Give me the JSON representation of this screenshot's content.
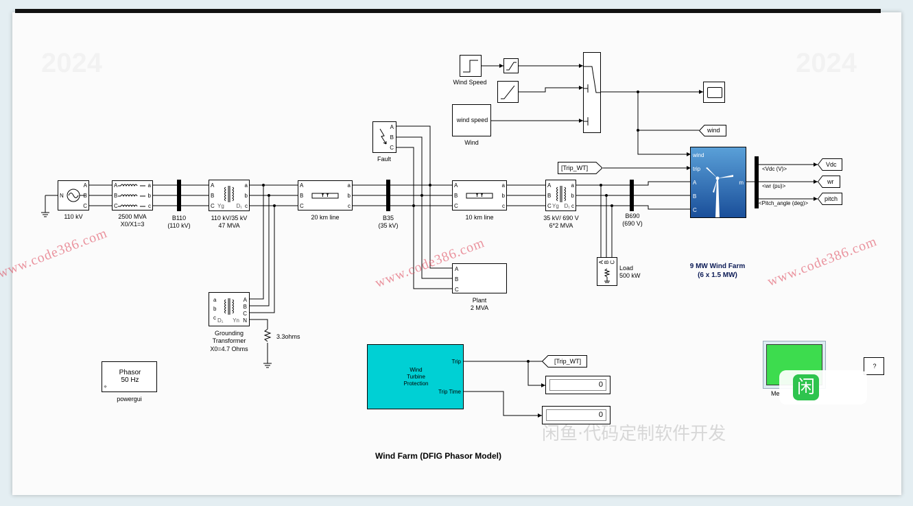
{
  "diagram": {
    "title": "Wind Farm (DFIG Phasor Model)",
    "blocks": {
      "source": {
        "label": "110 kV",
        "port_n": "N",
        "ports": [
          "A",
          "B",
          "C"
        ]
      },
      "grid_impedance": {
        "line1": "2500 MVA",
        "line2": "X0/X1=3",
        "ports_in": [
          "A",
          "B",
          "C"
        ],
        "ports_out": [
          "a",
          "b",
          "c"
        ]
      },
      "bus_b110": {
        "line1": "B110",
        "line2": "(110 kV)"
      },
      "transformer1": {
        "line1": "110 kV/35 kV",
        "line2": "47 MVA",
        "ports_in": [
          "A",
          "B",
          "C"
        ],
        "ports_out": [
          "a",
          "b",
          "c"
        ],
        "yg": "Yg",
        "d": "D₁"
      },
      "line20": {
        "label": "20 km line",
        "ports_in": [
          "A",
          "B",
          "C"
        ],
        "ports_out": [
          "a",
          "b",
          "c"
        ]
      },
      "bus_b35": {
        "line1": "B35",
        "line2": "(35 kV)"
      },
      "fault": {
        "label": "Fault",
        "ports": [
          "A",
          "B",
          "C"
        ]
      },
      "line10": {
        "label": "10 km line",
        "ports_in": [
          "A",
          "B",
          "C"
        ],
        "ports_out": [
          "a",
          "b",
          "c"
        ]
      },
      "transformer2": {
        "line1": "35 kV/ 690 V",
        "line2": "6*2 MVA",
        "ports_in": [
          "A",
          "B",
          "C"
        ],
        "ports_out": [
          "a",
          "b",
          "c"
        ],
        "yg": "Yg",
        "d": "D₁"
      },
      "bus_b690": {
        "line1": "B690",
        "line2": "(690 V)"
      },
      "load": {
        "line1": "Load",
        "line2": "500 kW",
        "ports": [
          "A",
          "B",
          "C"
        ]
      },
      "plant": {
        "line1": "Plant",
        "line2": "2 MVA",
        "ports": [
          "A",
          "B",
          "C"
        ]
      },
      "grounding_tf": {
        "line1": "Grounding",
        "line2": "Transformer",
        "line3": "X0=4.7 Ohms",
        "ports_in": [
          "a",
          "b",
          "c"
        ],
        "ports_out": [
          "A",
          "B",
          "C",
          "N"
        ],
        "d1": "D₁",
        "yn": "Yn"
      },
      "resistor": {
        "label": "3.3ohms"
      },
      "wind_farm": {
        "line1": "9 MW Wind Farm",
        "line2": "(6 x 1.5 MW)",
        "inputs": [
          "wind",
          "trip",
          "A",
          "B",
          "C"
        ],
        "output": "m"
      },
      "wind_speed_step": {
        "label": "Wind Speed"
      },
      "wind_speed_const": {
        "text": "wind speed",
        "label": "Wind"
      },
      "powergui": {
        "line1": "Phasor",
        "line2": "50 Hz",
        "label": "powergui"
      },
      "protection": {
        "line1": "Wind",
        "line2": "Turbine",
        "line3": "Protection",
        "out1": "Trip",
        "out2": "Trip Time"
      },
      "trip_goto": {
        "label": "[Trip_WT]"
      },
      "trip_from": {
        "label": "[Trip_WT]"
      },
      "display1": {
        "value": "0"
      },
      "display2": {
        "value": "0"
      },
      "goto_wind": {
        "label": "wind"
      },
      "bus_sel": {
        "sig1": "<Vdc (V)>",
        "sig2": "<wr (pu)>",
        "sig3": "<Pitch_angle (deg)>"
      },
      "goto_vdc": {
        "label": "Vdc"
      },
      "goto_wr": {
        "label": "wr"
      },
      "goto_pitch": {
        "label": "pitch"
      },
      "help": {
        "label": "?"
      },
      "measure": {
        "label": "Me"
      }
    },
    "watermarks": {
      "site": "www.code386.com",
      "logo_text": "闲",
      "overlay_text": "闲鱼·代码定制软件开发"
    },
    "colors": {
      "protection_fill": "#00d0d4",
      "measure_fill": "#3ddc4e",
      "logo_bg": "#2ec44e",
      "sky_top": "#5aa0d8",
      "sky_bottom": "#1a4f9a"
    }
  }
}
